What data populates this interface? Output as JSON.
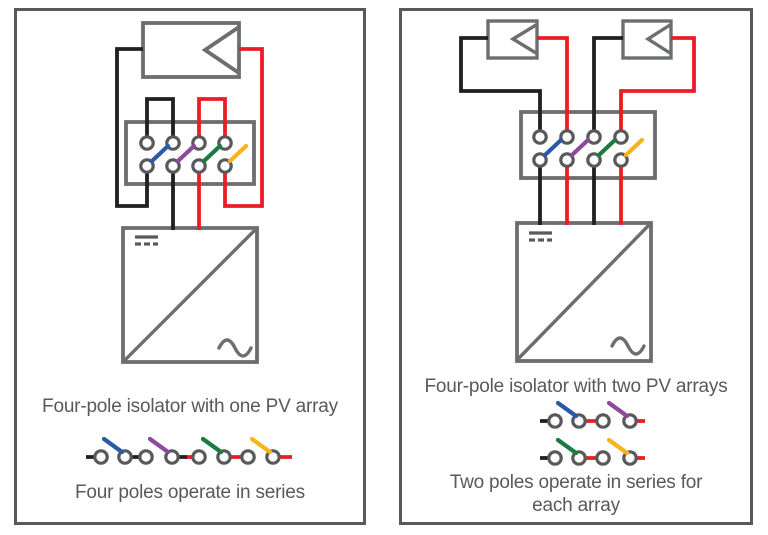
{
  "colors": {
    "panel_border": "#58595b",
    "symbol_gray": "#6d6e71",
    "wire_black": "#231f20",
    "wire_red": "#ec1c24",
    "blade_blue": "#2b59a8",
    "blade_purple": "#8a4b9d",
    "blade_green": "#1b7b41",
    "blade_yellow": "#f9b41c",
    "text_gray": "#58595b"
  },
  "panels": [
    {
      "caption_main": "Four-pole isolator with one PV array",
      "caption_sub": "Four poles operate in series",
      "blade_colors": [
        "blue",
        "purple",
        "green",
        "yellow"
      ]
    },
    {
      "caption_main": "Four-pole isolator with two PV arrays",
      "caption_sub_lines": [
        "Two poles operate in series for",
        "each array"
      ],
      "blade_colors": [
        "blue",
        "purple",
        "green",
        "yellow"
      ]
    }
  ]
}
